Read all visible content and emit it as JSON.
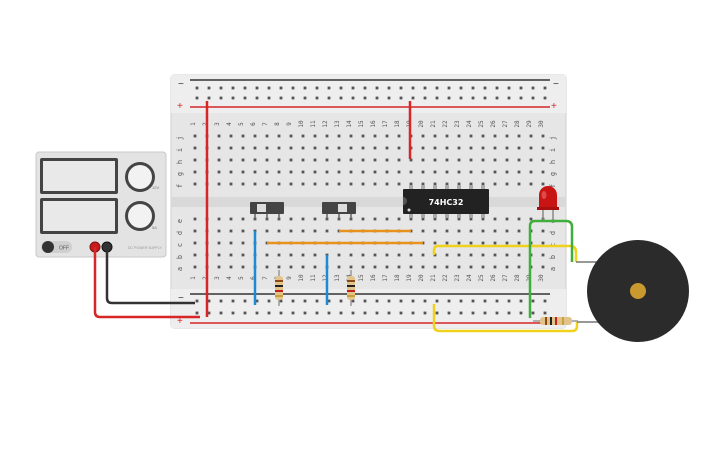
{
  "breadboard": {
    "row_letters_top": [
      "j",
      "i",
      "h",
      "g",
      "f"
    ],
    "row_letters_bottom": [
      "e",
      "d",
      "c",
      "b",
      "a"
    ],
    "columns": [
      "1",
      "2",
      "3",
      "4",
      "5",
      "6",
      "7",
      "8",
      "9",
      "10",
      "11",
      "12",
      "13",
      "14",
      "15",
      "16",
      "17",
      "18",
      "19",
      "20",
      "21",
      "22",
      "23",
      "24",
      "25",
      "26",
      "27",
      "28",
      "29",
      "30"
    ],
    "rail_minus": "−",
    "rail_plus": "+"
  },
  "chip": {
    "label": "74HC32",
    "color": "#222222"
  },
  "power_supply": {
    "off_label": "OFF",
    "knob1_min": "0",
    "knob1_max": "12V",
    "knob2_min": "0",
    "knob2_max": "5A",
    "model_text": "DC POWER SUPPLY"
  },
  "colors": {
    "wire_red": "#d62626",
    "wire_black": "#333333",
    "wire_blue": "#1e8ad6",
    "wire_orange": "#e8921e",
    "wire_yellow": "#f0d11c",
    "wire_green": "#3fae3a",
    "led_red": "#c91414",
    "buzzer": "#2b2b2b",
    "buzzer_center": "#c9982e",
    "breadboard": "#e9e9e9",
    "rail_red": "#d62626",
    "rail_dark": "#333333"
  },
  "components": {
    "switches": [
      "slide-switch-1",
      "slide-switch-2"
    ],
    "resistors": [
      "resistor-1",
      "resistor-2",
      "resistor-3"
    ],
    "led": "red-led",
    "buzzer": "piezo-buzzer"
  }
}
